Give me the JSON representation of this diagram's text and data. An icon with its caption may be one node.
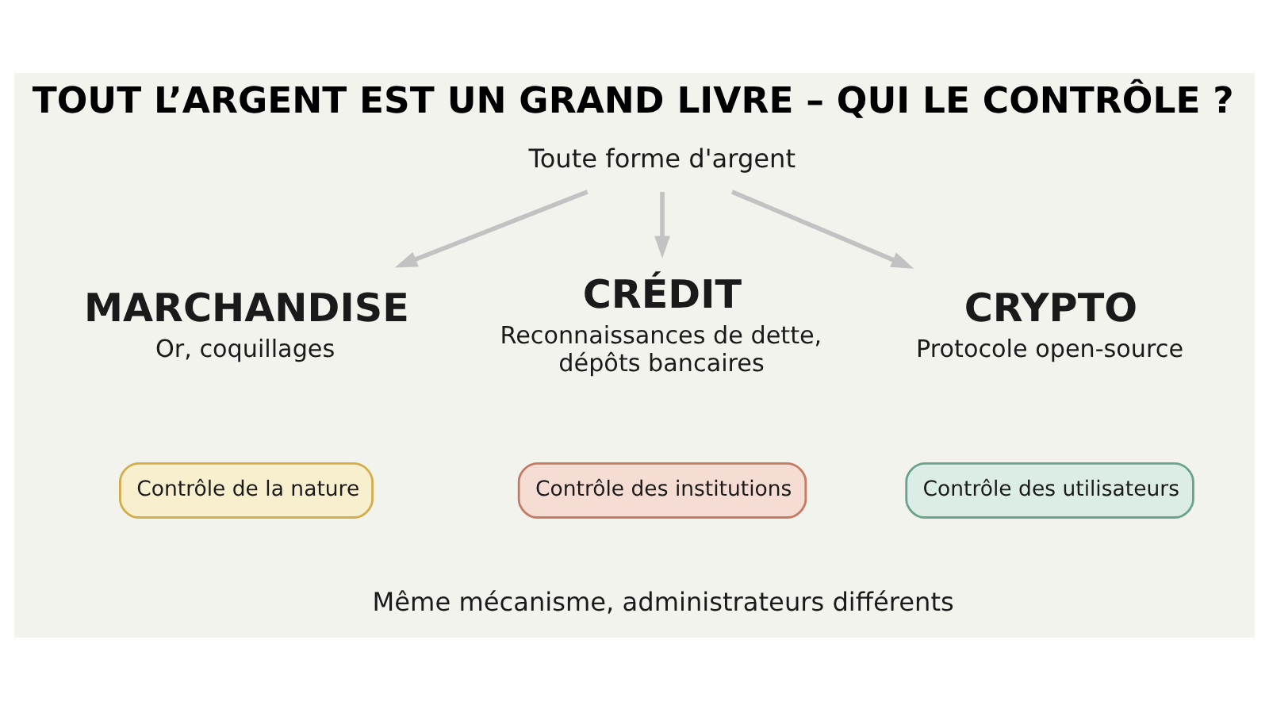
{
  "diagram": {
    "title": "TOUT L’ARGENT EST UN GRAND LIVRE – QUI LE CONTRÔLE ?",
    "caption": "Même mécanisme, administrateurs différents",
    "nodes": [
      {
        "text": [
          "Toute forme d'argent"
        ]
      },
      {
        "text": [
          "MARCHANDISE",
          "Or, coquillages"
        ]
      },
      {
        "text": [
          "Contrôle de la nature"
        ]
      },
      {
        "text": [
          "CRÉDIT",
          "Reconnaissances de dette, dépôts bancaires"
        ]
      },
      {
        "text": [
          "Contrôle des institutions"
        ]
      },
      {
        "text": [
          "CRYPTO",
          "Protocole open-source"
        ]
      },
      {
        "text": [
          "Contrôle des utilisateurs"
        ]
      }
    ],
    "edges": [
      {
        "from": 0,
        "to": 1,
        "arrow": "to"
      },
      {
        "from": 0,
        "to": 3,
        "arrow": "to"
      },
      {
        "from": 0,
        "to": 5,
        "arrow": "to"
      }
    ]
  }
}
